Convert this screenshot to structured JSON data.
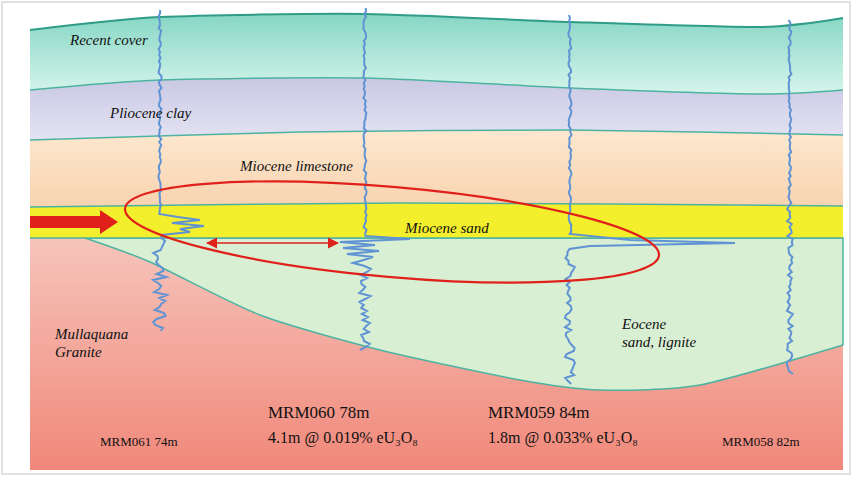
{
  "diagram": {
    "labels": [
      "Recent cover",
      "Pliocene clay",
      "Miocene limestone",
      "Miocene sand",
      "Mullaquana Granite",
      "Eocene sand, lignite",
      "MRM061 74m",
      "MRM060 78m",
      "4.1m @ 0.019% eU₃O₈",
      "MRM059 84m",
      "1.8m @ 0.033% eU₃O₈",
      "MRM058 82m"
    ]
  }
}
